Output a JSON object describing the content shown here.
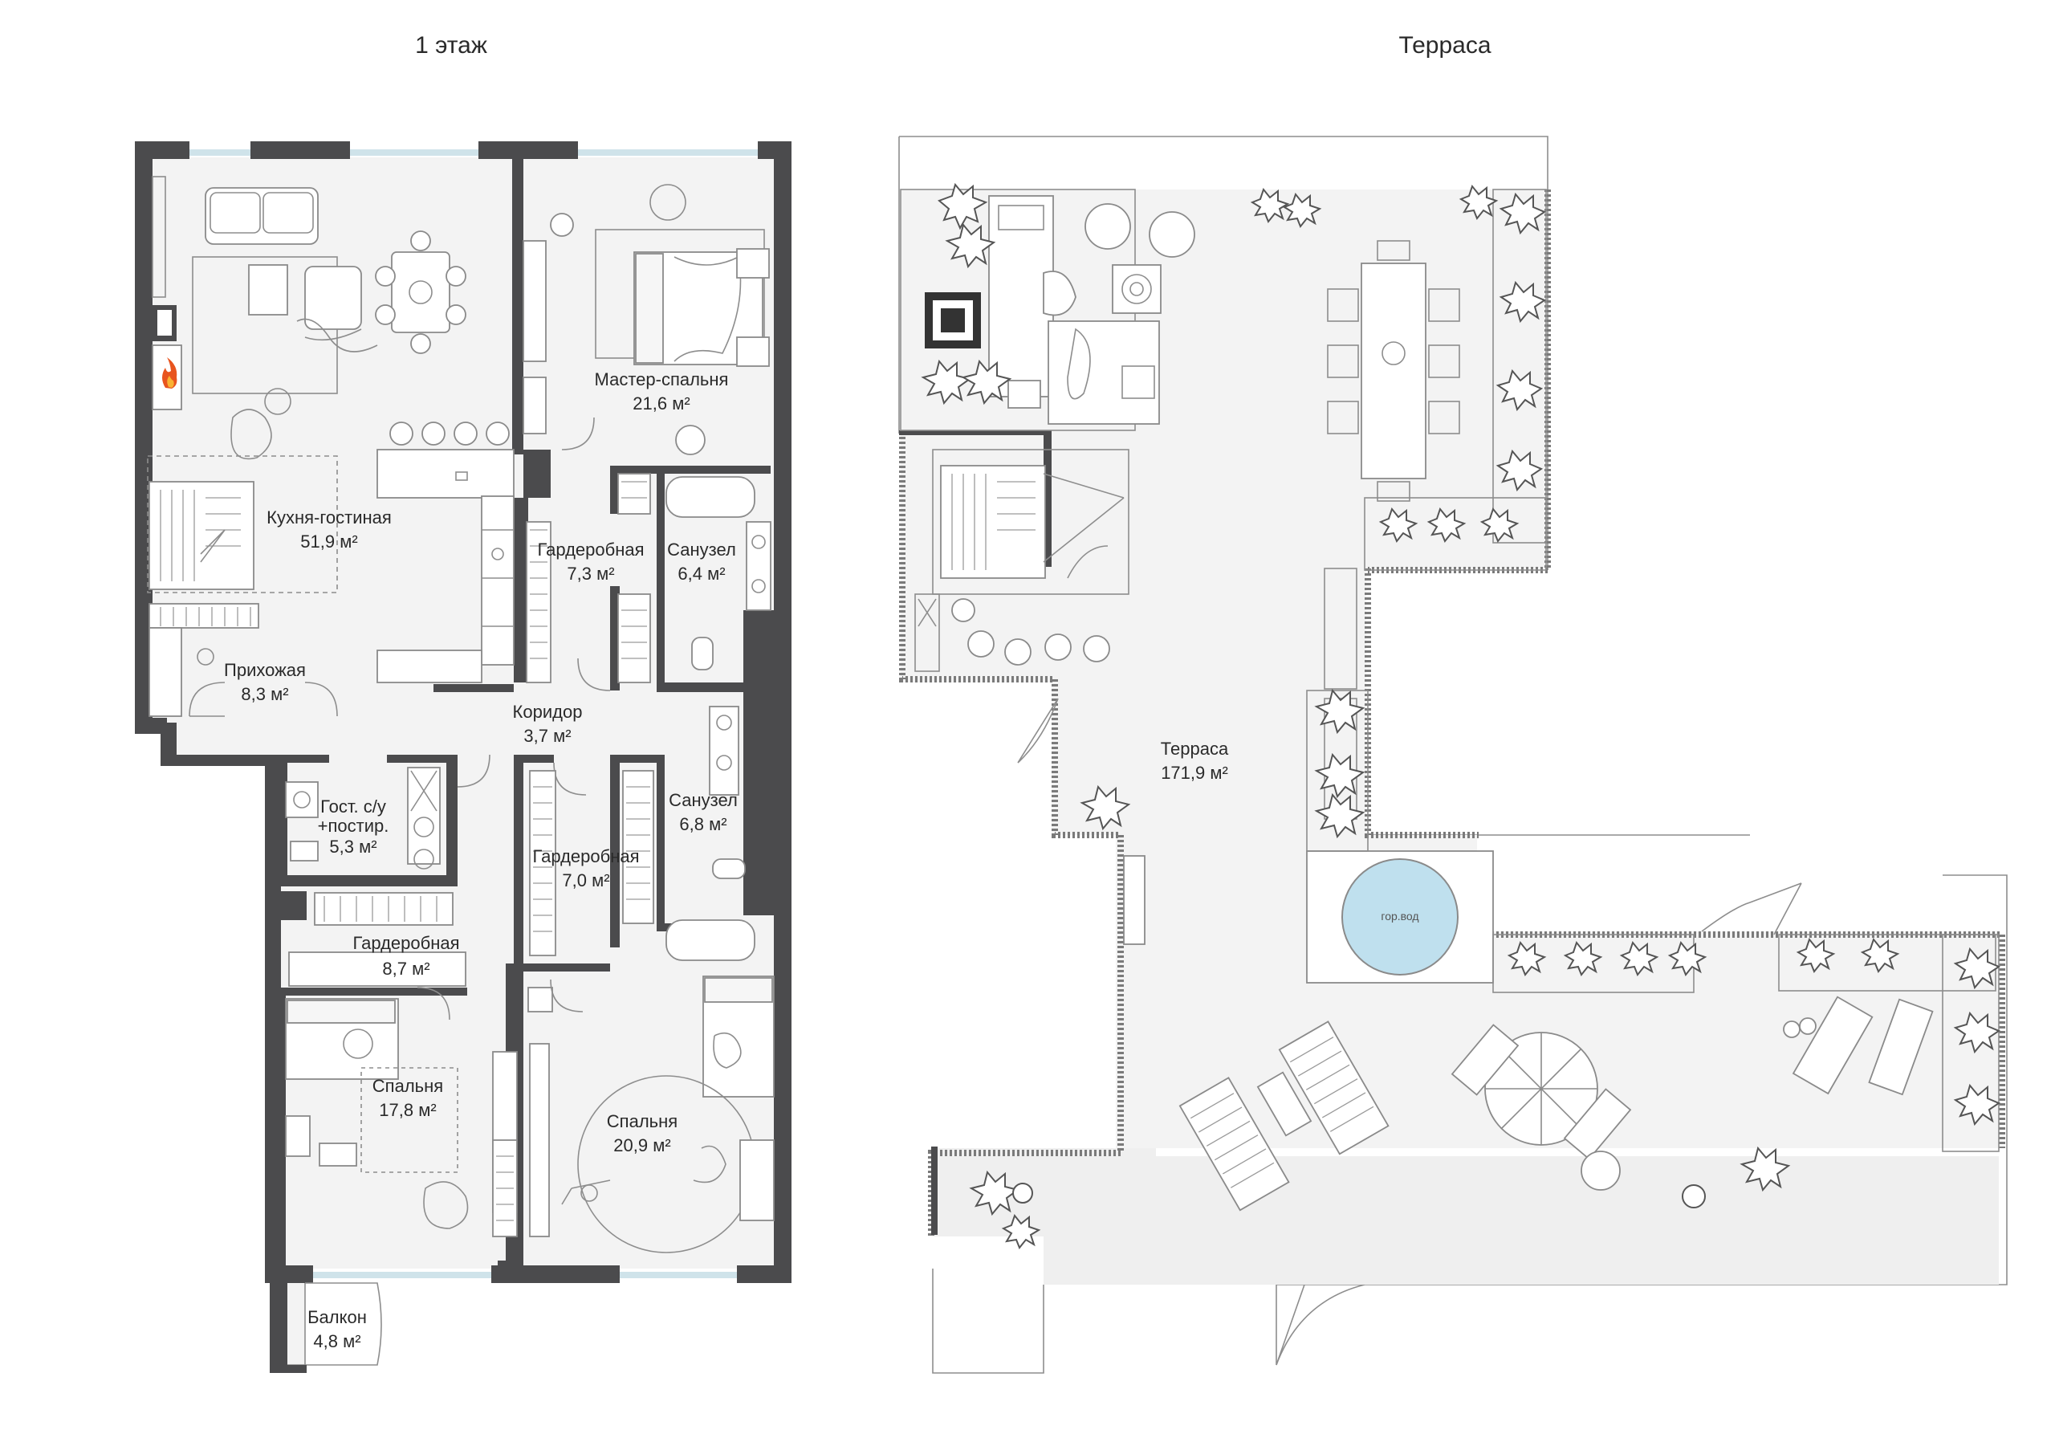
{
  "titles": {
    "floor1": "1 этаж",
    "terrace": "Терраса"
  },
  "rooms": {
    "kitchen": {
      "name": "Кухня-гостиная",
      "area": "51,9 м²"
    },
    "master": {
      "name": "Мастер-спальня",
      "area": "21,6 м²"
    },
    "wardrobe1": {
      "name": "Гардеробная",
      "area": "7,3 м²"
    },
    "bath1": {
      "name": "Санузел",
      "area": "6,4 м²"
    },
    "hall": {
      "name": "Прихожая",
      "area": "8,3 м²"
    },
    "corridor": {
      "name": "Коридор",
      "area": "3,7 м²"
    },
    "guest_bath": {
      "name": "Гост. с/у",
      "name2": "+постир.",
      "area": "5,3 м²"
    },
    "bath2": {
      "name": "Санузел",
      "area": "6,8 м²"
    },
    "wardrobe2": {
      "name": "Гардеробная",
      "area": "7,0 м²"
    },
    "wardrobe3": {
      "name": "Гардеробная",
      "area": "8,7 м²"
    },
    "bedroom1": {
      "name": "Спальня",
      "area": "17,8 м²"
    },
    "bedroom2": {
      "name": "Спальня",
      "area": "20,9 м²"
    },
    "balcony": {
      "name": "Балкон",
      "area": "4,8 м²"
    },
    "terrace": {
      "name": "Терраса",
      "area": "171,9 м²"
    }
  },
  "labels": {
    "pool": "гор.вод"
  },
  "colors": {
    "wall": "#4b4b4d",
    "floor": "#f3f3f3",
    "glass": "#cfe3ea",
    "pool": "#bfe0ee",
    "fire": "#e8541e"
  },
  "icons": [
    "fire-icon",
    "plant-icon",
    "umbrella-icon",
    "staircase-icon"
  ]
}
